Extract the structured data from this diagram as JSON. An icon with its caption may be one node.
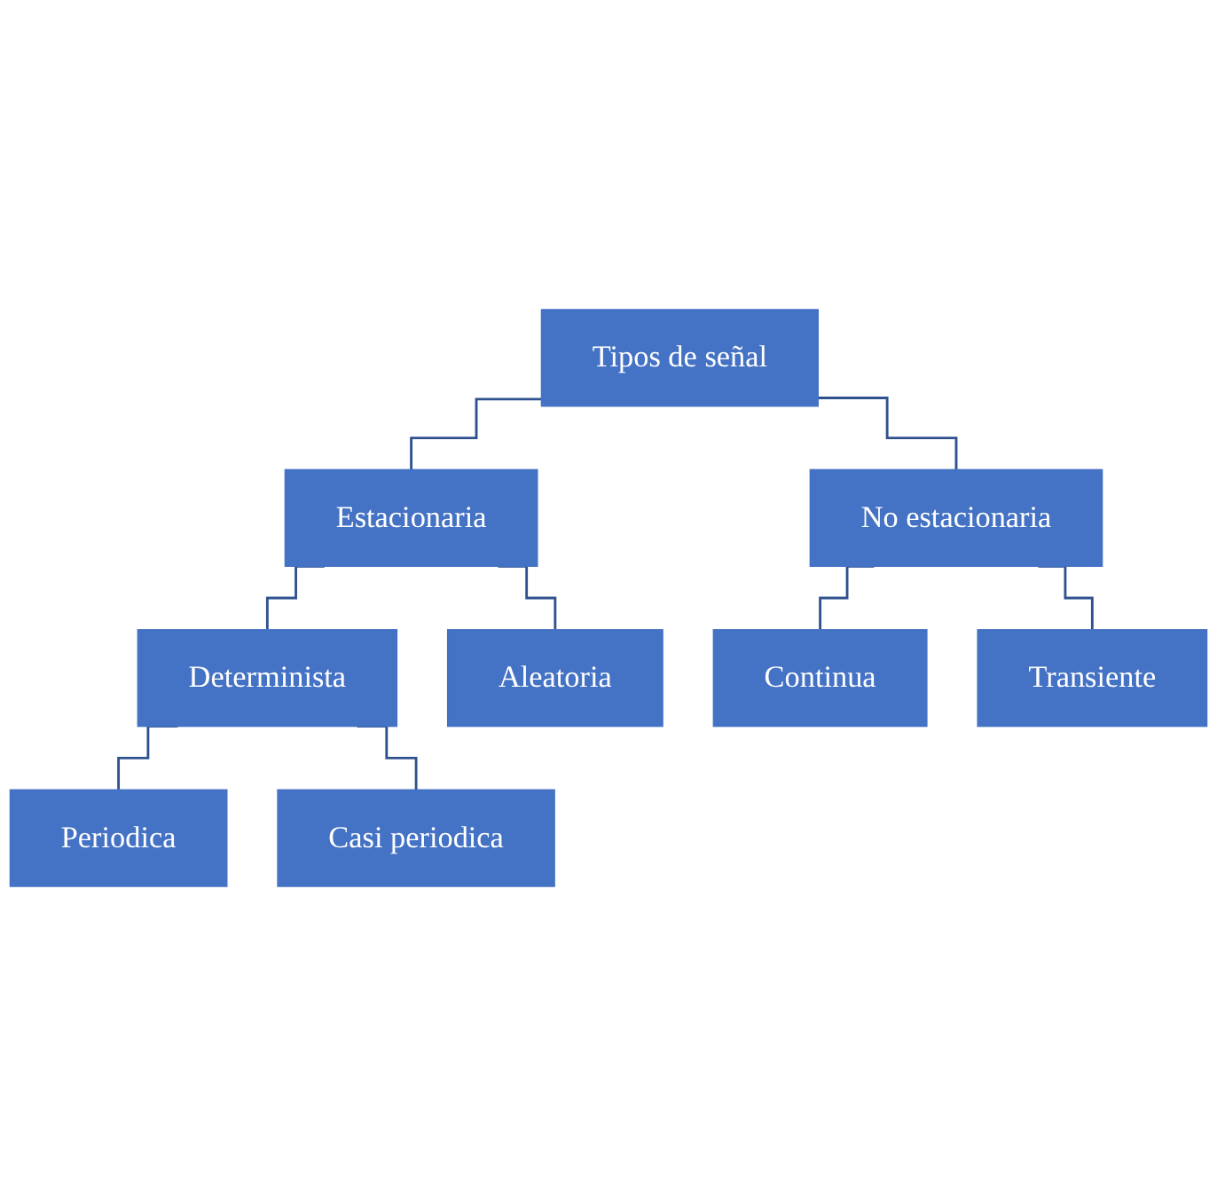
{
  "diagram": {
    "nodes": [
      {
        "text": [
          "Tipos de señal"
        ]
      },
      {
        "text": [
          "Estacionaria"
        ]
      },
      {
        "text": [
          "No estacionaria"
        ]
      },
      {
        "text": [
          "Determinista"
        ]
      },
      {
        "text": [
          "Aleatoria"
        ]
      },
      {
        "text": [
          "Periodica"
        ]
      },
      {
        "text": [
          "Casi periodica"
        ]
      },
      {
        "text": [
          "Continua"
        ]
      },
      {
        "text": [
          "Transiente"
        ]
      }
    ],
    "edges": [
      {
        "from": 0,
        "to": 1,
        "arrow": "none"
      },
      {
        "from": 0,
        "to": 2,
        "arrow": "none"
      },
      {
        "from": 1,
        "to": 3,
        "arrow": "none"
      },
      {
        "from": 1,
        "to": 4,
        "arrow": "none"
      },
      {
        "from": 3,
        "to": 5,
        "arrow": "none"
      },
      {
        "from": 3,
        "to": 6,
        "arrow": "none"
      },
      {
        "from": 2,
        "to": 7,
        "arrow": "none"
      },
      {
        "from": 2,
        "to": 8,
        "arrow": "none"
      }
    ]
  }
}
